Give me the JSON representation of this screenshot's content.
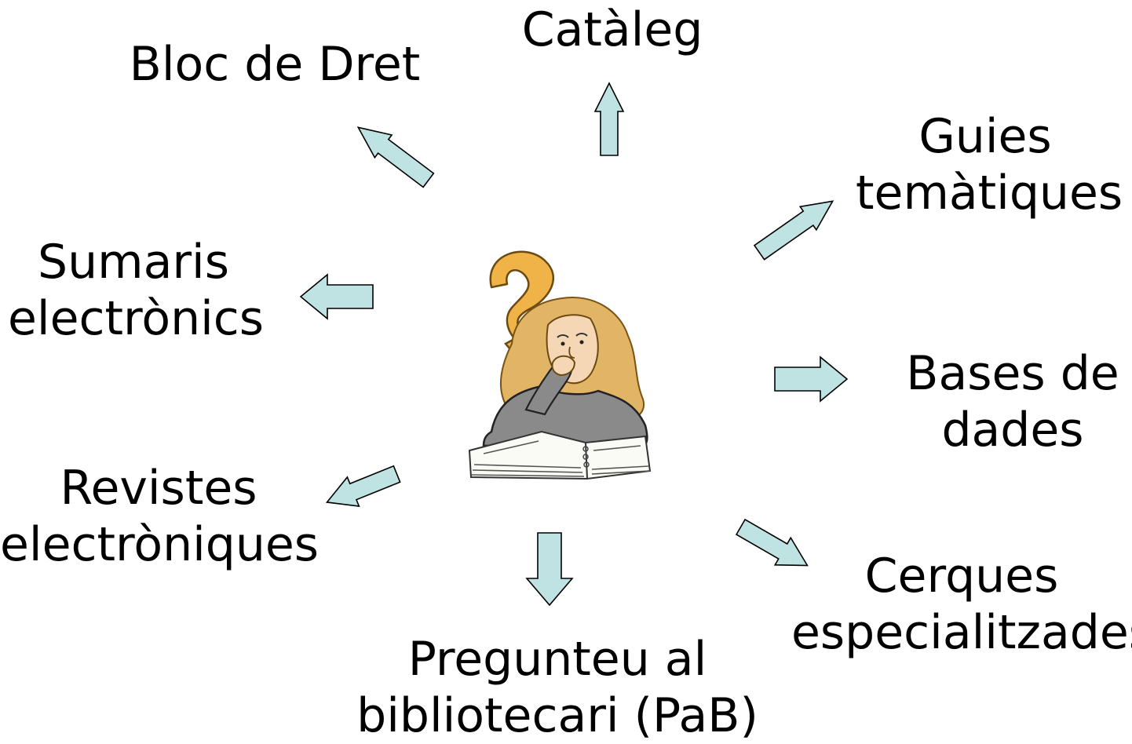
{
  "labels": {
    "catalog": "Catàleg",
    "bloc_dret": "Bloc de Dret",
    "guies": [
      "Guies",
      "temàtiques"
    ],
    "sumaris": [
      "Sumaris",
      "electrònics"
    ],
    "bases": [
      "Bases de",
      "dades"
    ],
    "revistes": [
      "Revistes",
      "electròniques"
    ],
    "cerques": [
      "Cerques",
      "especialitzades"
    ],
    "pregunteu": [
      "Pregunteu al",
      "bibliotecari (PaB)"
    ]
  },
  "colors": {
    "arrow_fill": "#bfe3e3",
    "arrow_stroke": "#000000",
    "question_mark": "#f0b347",
    "hair": "#e2b566",
    "sweater": "#8a8a8a"
  },
  "illustration": {
    "icon": "thinking-woman-question-mark"
  }
}
